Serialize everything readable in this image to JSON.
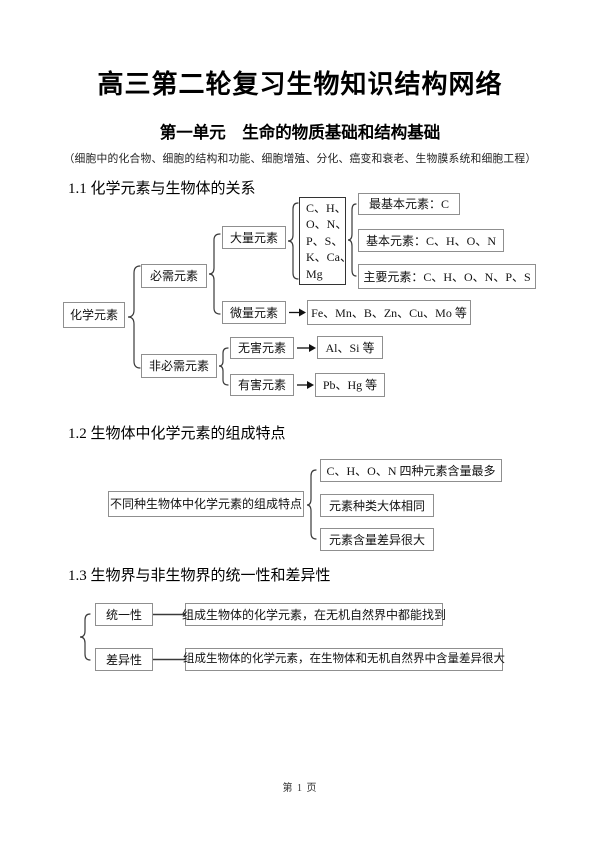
{
  "page": {
    "title": "高三第二轮复习生物知识结构网络",
    "unit_title": "第一单元　生命的物质基础和结构基础",
    "unit_note": "（细胞中的化合物、细胞的结构和功能、细胞增殖、分化、癌变和衰老、生物膜系统和细胞工程）",
    "page_number": "第 1 页"
  },
  "s1": {
    "heading": "1.1 化学元素与生物体的关系",
    "chem": "化学元素",
    "essential": "必需元素",
    "non_essential": "非必需元素",
    "major": "大量元素",
    "trace": "微量元素",
    "major_list": [
      "C、H、",
      "O、N、",
      "P、S、",
      "K、Ca、",
      "Mg"
    ],
    "most_basic": "最基本元素：C",
    "basic": "基本元素：C、H、O、N",
    "main_elems": "主要元素：C、H、O、N、P、S",
    "trace_examples": "Fe、Mn、B、Zn、Cu、Mo 等",
    "harmless": "无害元素",
    "harmful": "有害元素",
    "harmless_examples": "Al、Si 等",
    "harmful_examples": "Pb、Hg 等"
  },
  "s2": {
    "heading": "1.2 生物体中化学元素的组成特点",
    "subject": "不同种生物体中化学元素的组成特点",
    "points": [
      "C、H、O、N 四种元素含量最多",
      "元素种类大体相同",
      "元素含量差异很大"
    ]
  },
  "s3": {
    "heading": "1.3 生物界与非生物界的统一性和差异性",
    "unity": "统一性",
    "unity_desc": "组成生物体的化学元素，在无机自然界中都能找到",
    "difference": "差异性",
    "difference_desc": "组成生物体的化学元素，在生物体和无机自然界中含量差异很大"
  }
}
